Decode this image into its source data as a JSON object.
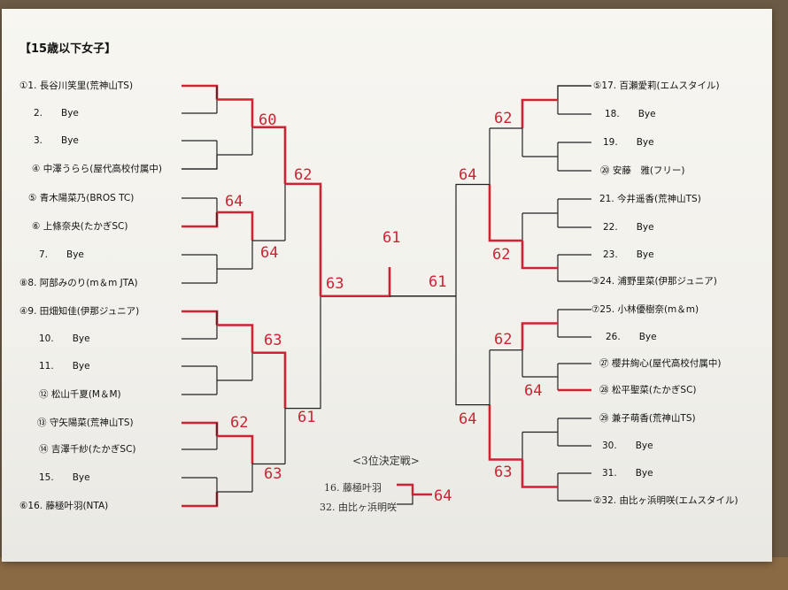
{
  "title": "【15歳以下女子】",
  "left_entries": [
    "①1. 長谷川笑里(荒神山TS)",
    "2.　　Bye",
    "3.　　Bye",
    "④ 中澤うらら(屋代高校付属中)",
    "⑤ 青木陽菜乃(BROS TC)",
    "⑥ 上條奈央(たかぎSC)",
    "7.　　Bye",
    "⑧8. 阿部みのり(m＆m JTA)",
    "④9. 田畑知佳(伊那ジュニア)",
    "10.　　Bye",
    "11.　　Bye",
    "⑫ 松山千夏(M＆M)",
    "⑬ 守矢陽菜(荒神山TS)",
    "⑭ 吉澤千紗(たかぎSC)",
    "15.　　Bye",
    "⑥16. 藤極叶羽(NTA)"
  ],
  "right_entries": [
    "⑤17. 百瀬愛莉(エムスタイル)",
    "18.　　Bye",
    "19.　　Bye",
    "⑳ 安藤　雅(フリー)",
    "21. 今井遥香(荒神山TS)",
    "22.　　Bye",
    "23.　　Bye",
    "③24. 浦野里菜(伊那ジュニア)",
    "⑦25. 小林優樹奈(m＆m)",
    "26.　　Bye",
    "㉗ 櫻井絢心(屋代高校付属中)",
    "㉘ 松平聖菜(たかぎSC)",
    "㉙ 兼子萌香(荒神山TS)",
    "30.　　Bye",
    "31.　　Bye",
    "②32. 由比ヶ浜明咲(エムスタイル)"
  ],
  "scores": {
    "l_r2_a": "60",
    "l_r2_b": "64",
    "l_r3_a": "62",
    "l_r3_b": "64",
    "l_r2_c": "63",
    "l_r2_d": "62",
    "l_r3_c": "61",
    "l_r3_d": "63",
    "l_semi": "63",
    "final": "61",
    "r_semi": "61",
    "r_r3_a": "62",
    "r_r2_a": "64",
    "r_r3_b": "62",
    "r_r3_c": "62",
    "r_r2_c": "64",
    "r_r2_d": "64",
    "r_r3_d": "63",
    "third_place": "64"
  },
  "third_place": {
    "heading": "<3位決定戦>",
    "player_a": "16. 藤極叶羽",
    "player_b": "32. 由比ヶ浜明咲"
  },
  "colors": {
    "ink": "#222222",
    "winner": "#cf2233",
    "paper": "#f4f3ee"
  }
}
